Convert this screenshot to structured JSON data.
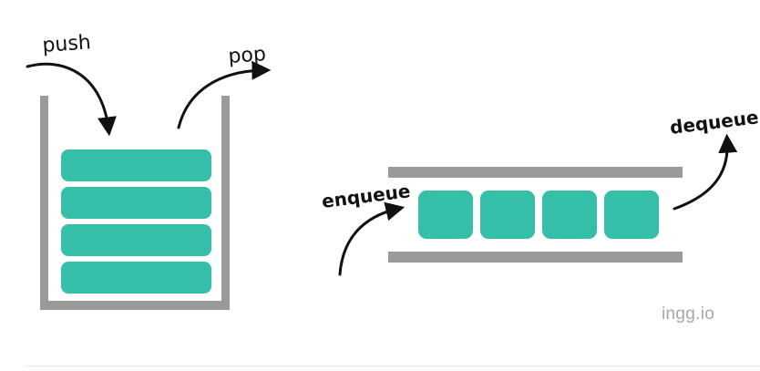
{
  "colors": {
    "item": "#36bfa8",
    "wall": "#9a9a9a",
    "arrow": "#111111",
    "watermark": "#a7a7a7"
  },
  "stack": {
    "push_label": "push",
    "pop_label": "pop",
    "item_count": 4
  },
  "queue": {
    "enqueue_label": "enqueue",
    "dequeue_label": "dequeue",
    "item_count": 4
  },
  "watermark": "ingg.io"
}
